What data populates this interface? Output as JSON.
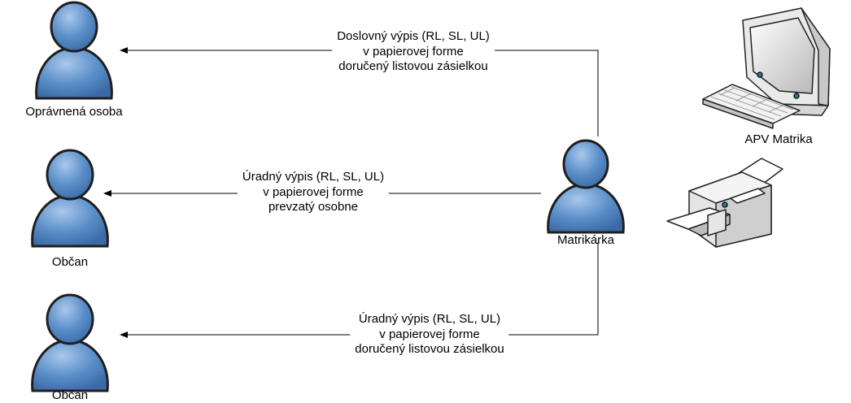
{
  "actors": {
    "opravnena_osoba": "Oprávnená osoba",
    "obcan_1": "Občan",
    "obcan_2": "Občan",
    "matrikarka": "Matrikárka"
  },
  "devices": {
    "computer": "APV Matrika",
    "computer_icon": "desktop-computer-icon",
    "printer_icon": "printer-icon"
  },
  "messages": {
    "top": [
      "Doslovný výpis (RL, SL, UL)",
      "v papierovej forme",
      "doručený listovou zásielkou"
    ],
    "middle": [
      "Úradný výpis (RL, SL, UL)",
      "v papierovej forme",
      "prevzatý osobne"
    ],
    "bottom": [
      "Úradný výpis (RL, SL, UL)",
      "v papierovej forme",
      "doručený listovou zásielkou"
    ]
  },
  "colors": {
    "person_fill": "#5b8fc9",
    "person_stroke": "#1f1f1f",
    "line": "#000000"
  }
}
